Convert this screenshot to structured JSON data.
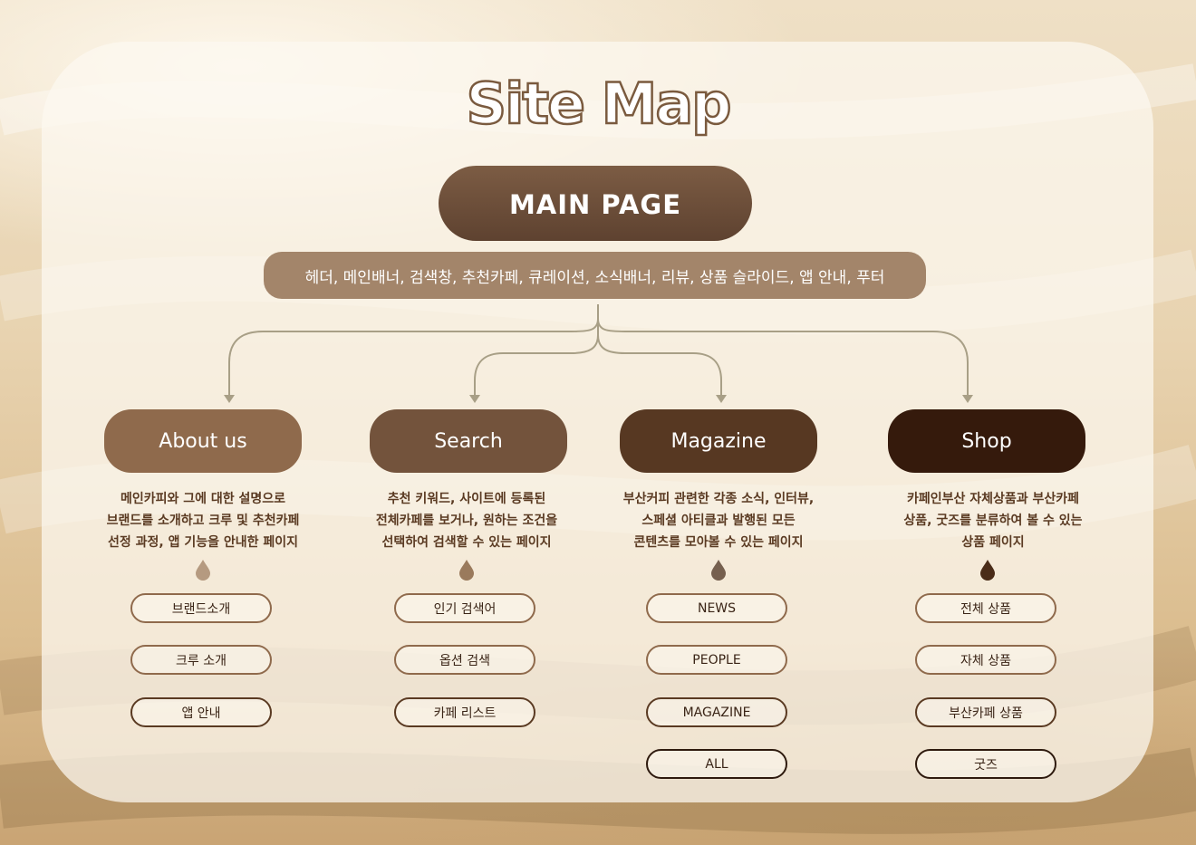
{
  "title": "Site Map",
  "main_page": {
    "label": "MAIN  PAGE",
    "description": "헤더, 메인배너, 검색창, 추천카페, 큐레이션, 소식배너, 리뷰, 상품 슬라이드, 앱 안내, 푸터"
  },
  "colors": {
    "main_page": "#6b4e39",
    "main_desc": "#a3856a",
    "about": "#8f6a4c",
    "search": "#73533c",
    "magazine": "#573822",
    "shop": "#351a0c",
    "text_dark": "#5a3a22",
    "connector": "#a89f86"
  },
  "sections": [
    {
      "label": "About us",
      "description_lines": [
        "메인카피와 그에 대한 설명으로",
        "브랜드를 소개하고 크루 및 추천카페",
        "선정 과정, 앱 기능을 안내한 페이지"
      ],
      "items": [
        "브랜드소개",
        "크루 소개",
        "앱 안내"
      ]
    },
    {
      "label": "Search",
      "description_lines": [
        "추천 키워드, 사이트에 등록된",
        "전체카페를 보거나, 원하는 조건을",
        "선택하여 검색할 수 있는 페이지"
      ],
      "items": [
        "인기 검색어",
        "옵션 검색",
        "카페 리스트"
      ]
    },
    {
      "label": "Magazine",
      "description_lines": [
        "부산커피 관련한 각종 소식, 인터뷰,",
        "스페셜 아티클과 발행된 모든",
        "콘텐츠를 모아볼 수 있는 페이지"
      ],
      "items": [
        "NEWS",
        "PEOPLE",
        "MAGAZINE",
        "ALL"
      ]
    },
    {
      "label": "Shop",
      "description_lines": [
        "카페인부산 자체상품과 부산카페",
        "상품, 굿즈를 분류하여 볼 수 있는",
        "상품 페이지"
      ],
      "items": [
        "전체 상품",
        "자체 상품",
        "부산카페 상품",
        "굿즈"
      ]
    }
  ]
}
